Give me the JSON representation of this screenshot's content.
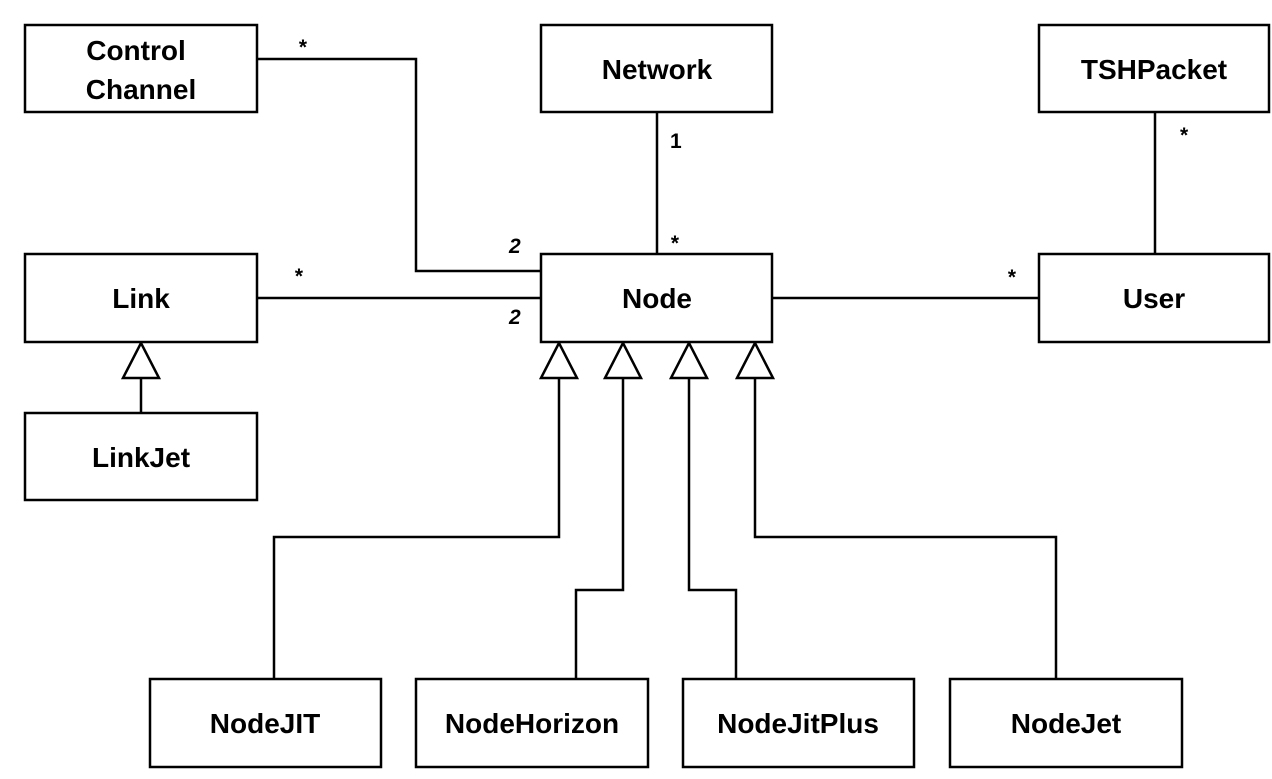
{
  "classes": {
    "control_channel": {
      "line1": "Control",
      "line2": "Channel"
    },
    "network": {
      "label": "Network"
    },
    "tshpacket": {
      "label": "TSHPacket"
    },
    "link": {
      "label": "Link"
    },
    "node": {
      "label": "Node"
    },
    "user": {
      "label": "User"
    },
    "linkjet": {
      "label": "LinkJet"
    },
    "nodejit": {
      "label": "NodeJIT"
    },
    "nodehorizon": {
      "label": "NodeHorizon"
    },
    "nodejitplus": {
      "label": "NodeJitPlus"
    },
    "nodejet": {
      "label": "NodeJet"
    }
  },
  "multiplicities": {
    "control_channel_end": "*",
    "control_channel_node_end": "2",
    "network_end": "1",
    "network_node_end": "*",
    "tshpacket_end": "*",
    "link_end": "*",
    "link_node_end": "2",
    "user_end": "*"
  }
}
